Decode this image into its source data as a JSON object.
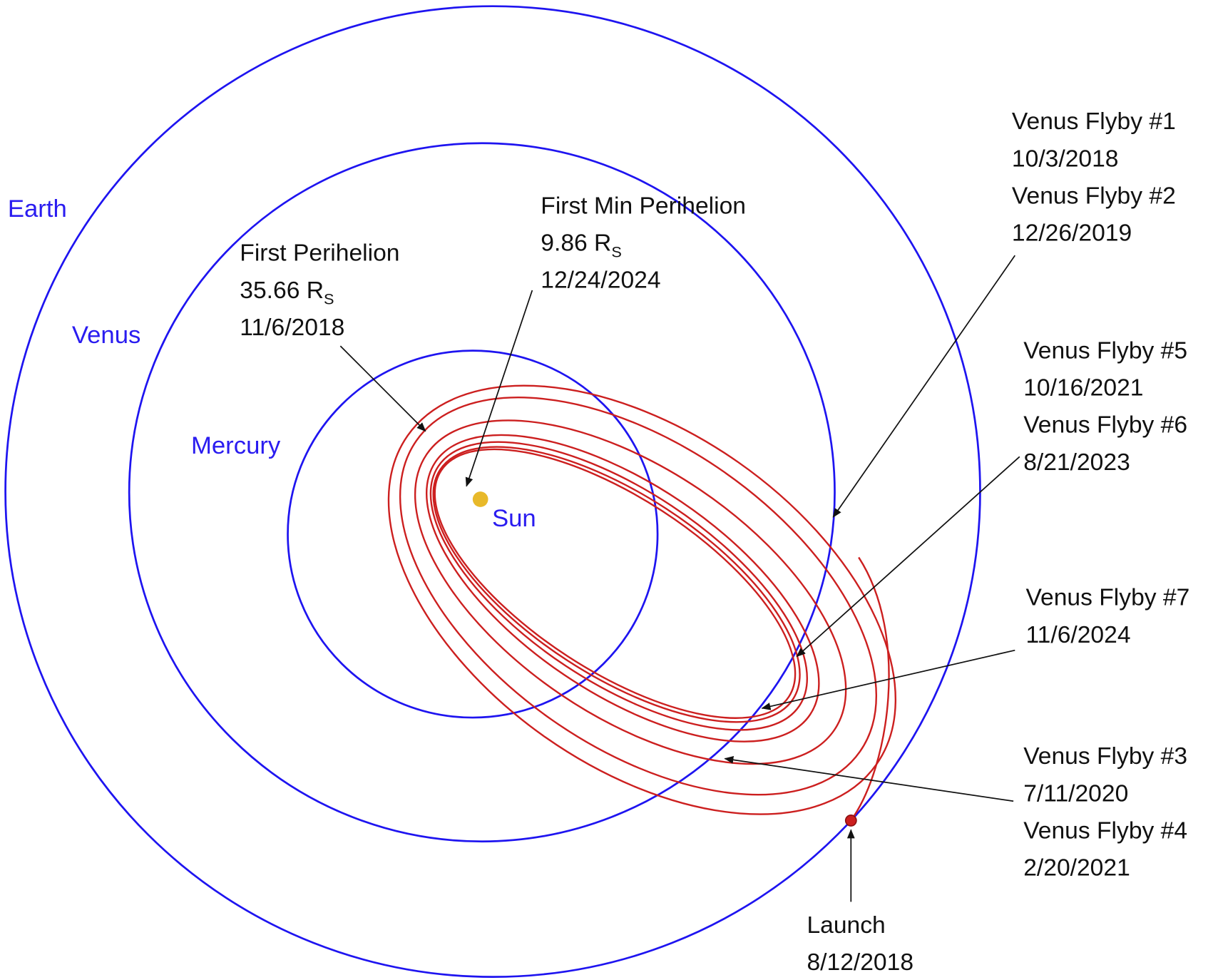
{
  "planets": {
    "earth": "Earth",
    "venus": "Venus",
    "mercury": "Mercury",
    "sun": "Sun"
  },
  "colors": {
    "orbit": "#1e14f0",
    "trajectory": "#cc1f1f",
    "sun": "#e8b92a"
  },
  "annotations": {
    "first_perihelion": {
      "title": "First Perihelion",
      "value": "35.66 R",
      "sub": "S",
      "date": "11/6/2018"
    },
    "first_min_perihelion": {
      "title": "First Min Perihelion",
      "value": "9.86 R",
      "sub": "S",
      "date": "12/24/2024"
    },
    "flyby_1": {
      "title": "Venus Flyby #1",
      "date": "10/3/2018"
    },
    "flyby_2": {
      "title": "Venus Flyby #2",
      "date": "12/26/2019"
    },
    "flyby_5": {
      "title": "Venus Flyby #5",
      "date": "10/16/2021"
    },
    "flyby_6": {
      "title": "Venus Flyby #6",
      "date": "8/21/2023"
    },
    "flyby_7": {
      "title": "Venus Flyby #7",
      "date": "11/6/2024"
    },
    "flyby_3": {
      "title": "Venus Flyby #3",
      "date": "7/11/2020"
    },
    "flyby_4": {
      "title": "Venus Flyby #4",
      "date": "2/20/2021"
    },
    "launch": {
      "title": "Launch",
      "date": "8/12/2018"
    }
  }
}
